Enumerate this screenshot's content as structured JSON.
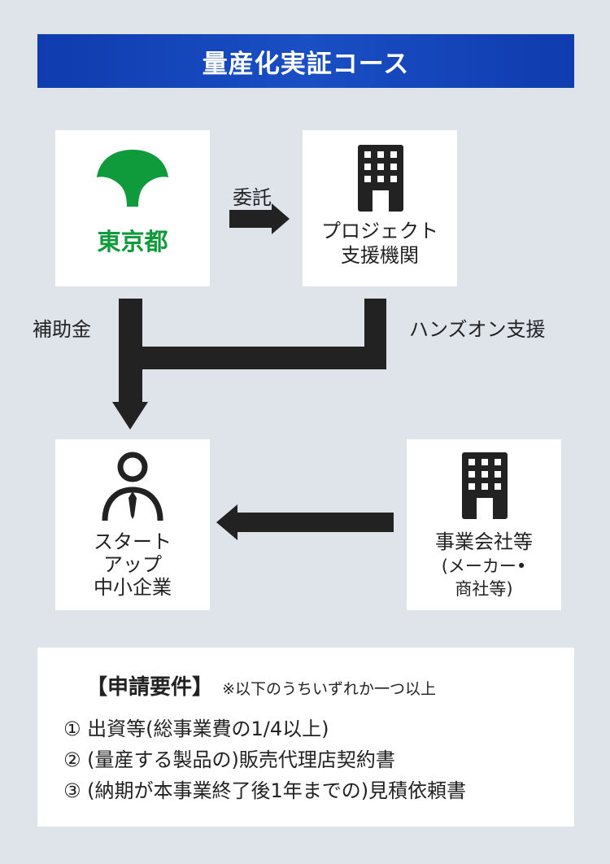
{
  "header": {
    "title": "量産化実証コース"
  },
  "nodes": {
    "tokyo": {
      "label": "東京都"
    },
    "agency": {
      "line1": "プロジェクト",
      "line2": "支援機関"
    },
    "startup": {
      "line1": "スタート",
      "line2": "アップ",
      "line3": "中小企業"
    },
    "business": {
      "line1": "事業会社等",
      "line2": "(メーカー•",
      "line3": "商社等)"
    }
  },
  "edges": {
    "commission": "委託",
    "subsidy": "補助金",
    "handson": "ハンズオン支援"
  },
  "requirements": {
    "title": "【申請要件】",
    "note": "※以下のうちいずれか一つ以上",
    "items": [
      "① 出資等(総事業費の1/4以上)",
      "② (量産する製品の)販売代理店契約書",
      "③ (納期が本事業終了後1年までの)見積依頼書"
    ]
  },
  "colors": {
    "header_bg": "#1a4ec4",
    "tokyo_green": "#0f9a3c",
    "arrow": "#222222",
    "page_bg": "#dfe4ea"
  }
}
